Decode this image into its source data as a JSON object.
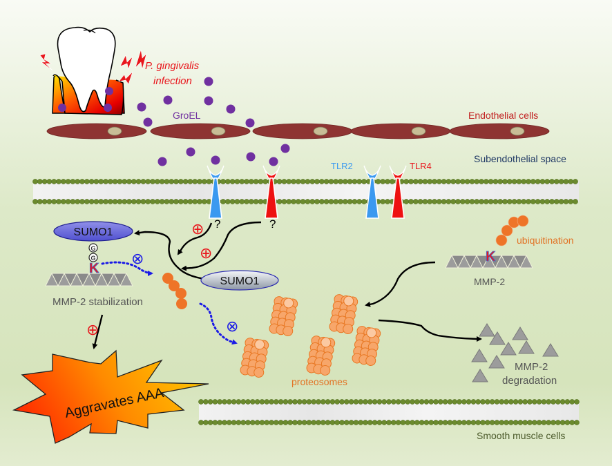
{
  "title": "P. gingivalis GroEL aggravates AAA via TLR2/TLR4 and SUMO1-mediated MMP-2 stabilization",
  "labels": {
    "infection_line1": "P. gingivalis",
    "infection_line2": "infection",
    "groel": "GroEL",
    "endothelial_cells": "Endothelial cells",
    "subendothelial_space": "Subendothelial space",
    "tlr2": "TLR2",
    "tlr4": "TLR4",
    "question_mark_tlr2": "?",
    "question_mark_tlr4": "?",
    "sumo1_top": "SUMO1",
    "sumo1_mid": "SUMO1",
    "glycine_1": "G",
    "glycine_2": "G",
    "lysine_left": "K",
    "lysine_right": "K",
    "mmp2_stabilization": "MMP-2 stabilization",
    "ubiquitination": "ubiquitination",
    "mmp2": "MMP-2",
    "proteosomes": "proteosomes",
    "mmp2_degradation_line1": "MMP-2",
    "mmp2_degradation_line2": "degradation",
    "aggravates_aaa": "Aggravates AAA",
    "smooth_muscle_cells": "Smooth muscle cells"
  },
  "symbols": {
    "promote": "⊕",
    "inhibit": "⊗"
  },
  "colors": {
    "background_top": "#f9fbf5",
    "background_mid": "#d6e4bc",
    "background_bottom": "#e3ecd0",
    "endothelial_cell": "#8e3432",
    "nucleus": "#c8bd96",
    "groel": "#7030a0",
    "tlr2": "#3a99f0",
    "tlr4": "#ee1111",
    "membrane_bead": "#6b8a2e",
    "membrane_core": "#ececec",
    "ubiquitin": "#ee7428",
    "proteasome": "#f7a66a",
    "mmp2": "#9c9c9c",
    "promote_symbol": "#e8161c",
    "inhibit_symbol": "#1a1ae6",
    "label_red": "#c11d1d",
    "label_navy": "#1f3864",
    "label_gray": "#555555",
    "label_orange": "#e27224",
    "label_olive": "#4b5a2a"
  }
}
